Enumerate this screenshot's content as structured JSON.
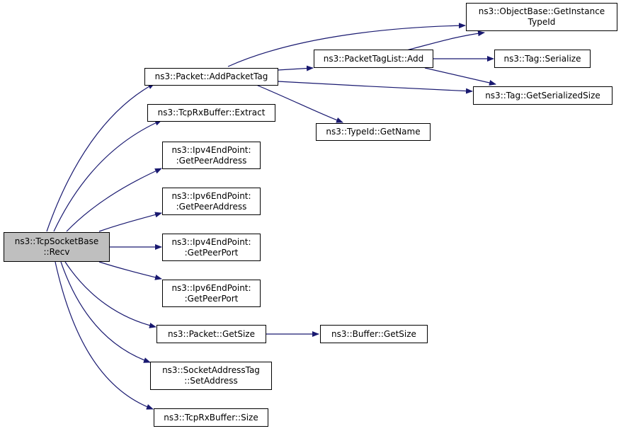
{
  "colors": {
    "edge": "#191970",
    "border": "#000000",
    "root_fill": "#bfbfbf",
    "node_fill": "#ffffff"
  },
  "nodes": {
    "recv": {
      "lines": [
        "ns3::TcpSocketBase",
        "::Recv"
      ]
    },
    "add_packet_tag": {
      "lines": [
        "ns3::Packet::AddPacketTag"
      ]
    },
    "rx_extract": {
      "lines": [
        "ns3::TcpRxBuffer::Extract"
      ]
    },
    "ipv4_peer_addr": {
      "lines": [
        "ns3::Ipv4EndPoint:",
        ":GetPeerAddress"
      ]
    },
    "ipv6_peer_addr": {
      "lines": [
        "ns3::Ipv6EndPoint:",
        ":GetPeerAddress"
      ]
    },
    "ipv4_peer_port": {
      "lines": [
        "ns3::Ipv4EndPoint:",
        ":GetPeerPort"
      ]
    },
    "ipv6_peer_port": {
      "lines": [
        "ns3::Ipv6EndPoint:",
        ":GetPeerPort"
      ]
    },
    "packet_get_size": {
      "lines": [
        "ns3::Packet::GetSize"
      ]
    },
    "set_address": {
      "lines": [
        "ns3::SocketAddressTag",
        "::SetAddress"
      ]
    },
    "rx_size": {
      "lines": [
        "ns3::TcpRxBuffer::Size"
      ]
    },
    "tag_list_add": {
      "lines": [
        "ns3::PacketTagList::Add"
      ]
    },
    "typeid_get_name": {
      "lines": [
        "ns3::TypeId::GetName"
      ]
    },
    "get_instance": {
      "lines": [
        "ns3::ObjectBase::GetInstance",
        "TypeId"
      ]
    },
    "tag_serialize": {
      "lines": [
        "ns3::Tag::Serialize"
      ]
    },
    "tag_ser_size": {
      "lines": [
        "ns3::Tag::GetSerializedSize"
      ]
    },
    "buffer_get_size": {
      "lines": [
        "ns3::Buffer::GetSize"
      ]
    }
  }
}
